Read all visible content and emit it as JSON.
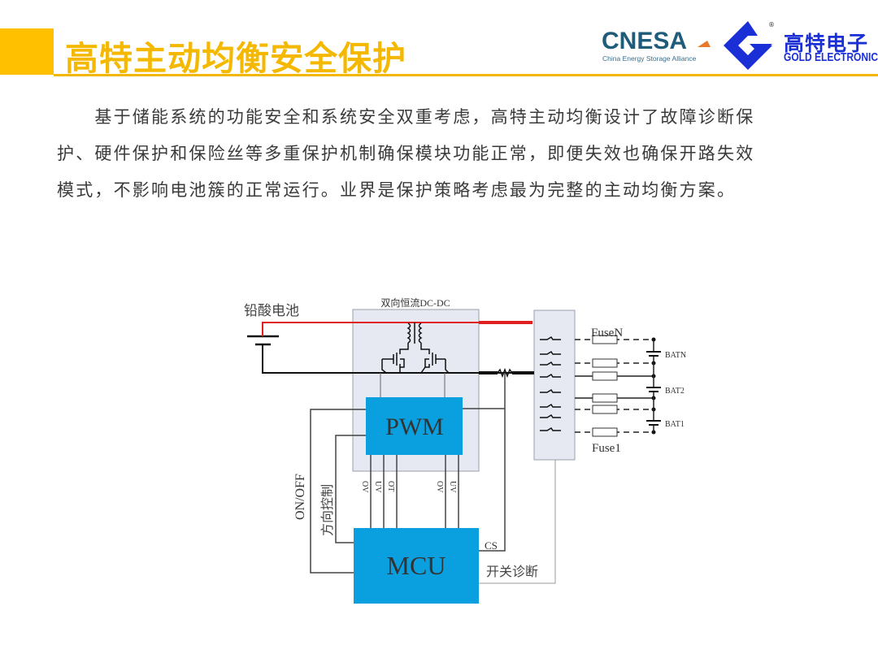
{
  "header": {
    "title": "高特主动均衡安全保护",
    "accent_color": "#FFC000",
    "logos": {
      "cnesa": {
        "name": "CNESA",
        "subtitle": "China Energy Storage Alliance"
      },
      "gold": {
        "cn": "高特电子",
        "en": "GOLD ELECTRONIC",
        "registered": "®"
      }
    }
  },
  "body": {
    "lines": [
      "　　基于储能系统的功能安全和系统安全双重考虑，高特主动均衡设计了故障诊断保",
      "护、硬件保护和保险丝等多重保护机制确保模块功能正常，即便失效也确保开路失效",
      "模式，不影响电池簇的正常运行。业界是保护策略考虑最为完整的主动均衡方案。"
    ]
  },
  "diagram": {
    "lead_acid_battery": "铅酸电池",
    "dcdc_title": "双向恒流DC-DC",
    "pwm": "PWM",
    "mcu": "MCU",
    "on_off": "ON/OFF",
    "direction_control": "方向控制",
    "signals_left": [
      "OV",
      "UV",
      "OT"
    ],
    "signals_right": [
      "OV",
      "UV"
    ],
    "cs": "CS",
    "switch_diag": "开关诊断",
    "fuse_top": "FuseN",
    "fuse_bottom": "Fuse1",
    "batteries": [
      "BATN",
      "BAT2",
      "BAT1"
    ],
    "colors": {
      "block": "#0AA0E0",
      "positive_wire": "#E02020",
      "box_fill": "#E6E9F2"
    }
  }
}
